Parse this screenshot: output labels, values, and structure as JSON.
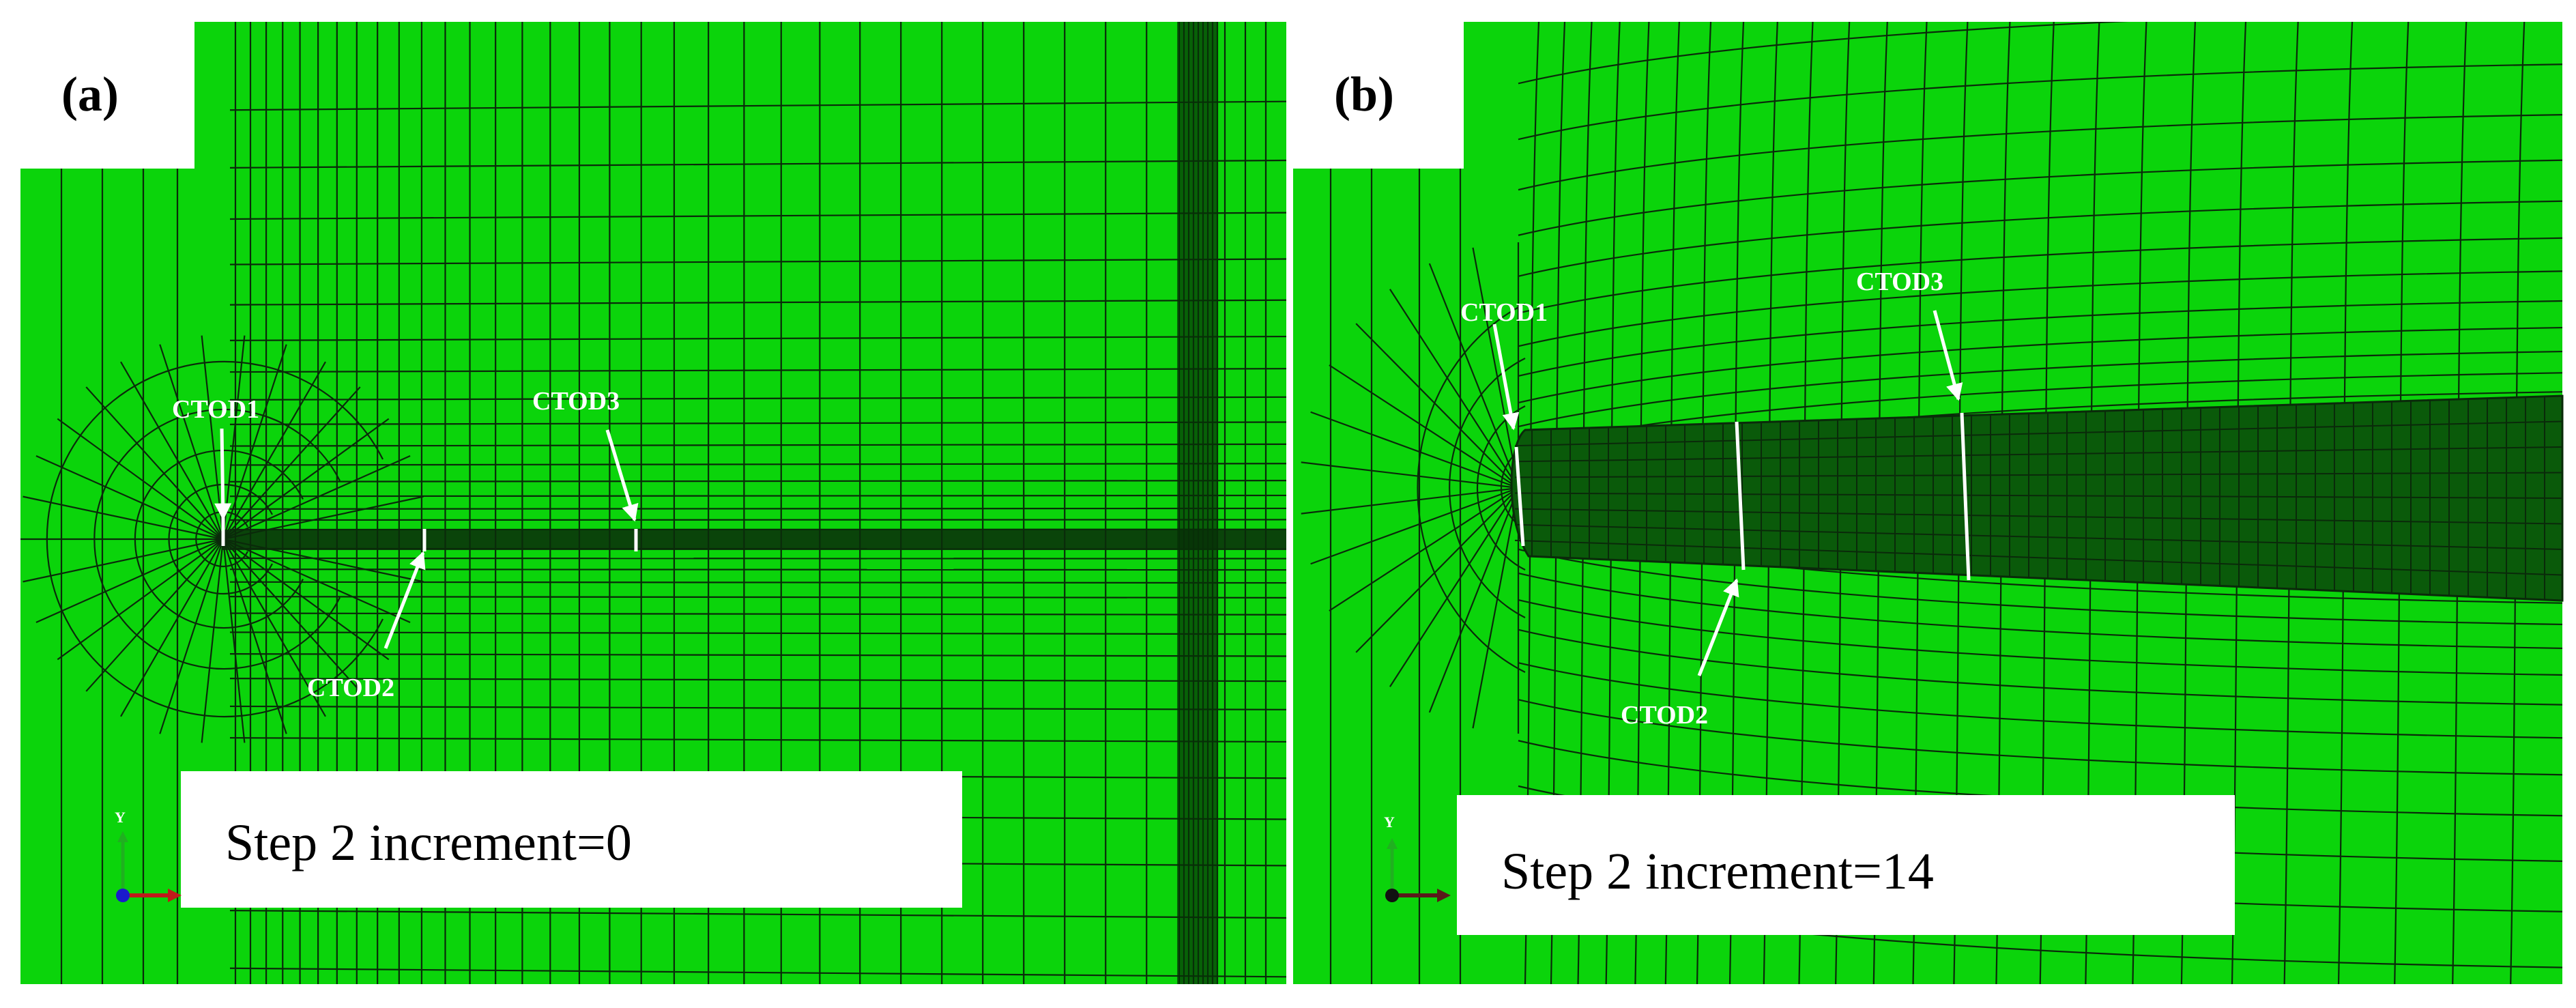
{
  "panels": [
    {
      "label": "(a)",
      "step_text": "Step 2 increment=0",
      "ctod_labels": [
        "CTOD1",
        "CTOD2",
        "CTOD3"
      ],
      "axis_label": "Y"
    },
    {
      "label": "(b)",
      "step_text": "Step 2 increment=14",
      "ctod_labels": [
        "CTOD1",
        "CTOD2",
        "CTOD3"
      ],
      "axis_label": "Y"
    }
  ],
  "colors": {
    "mesh_fill": "#0bd40b",
    "mesh_line": "#0a2a0a",
    "marker": "#ffffff",
    "axis_x": "#c01a1a",
    "axis_y": "#20b020",
    "origin_a": "#1a1acc",
    "origin_b": "#111111"
  }
}
